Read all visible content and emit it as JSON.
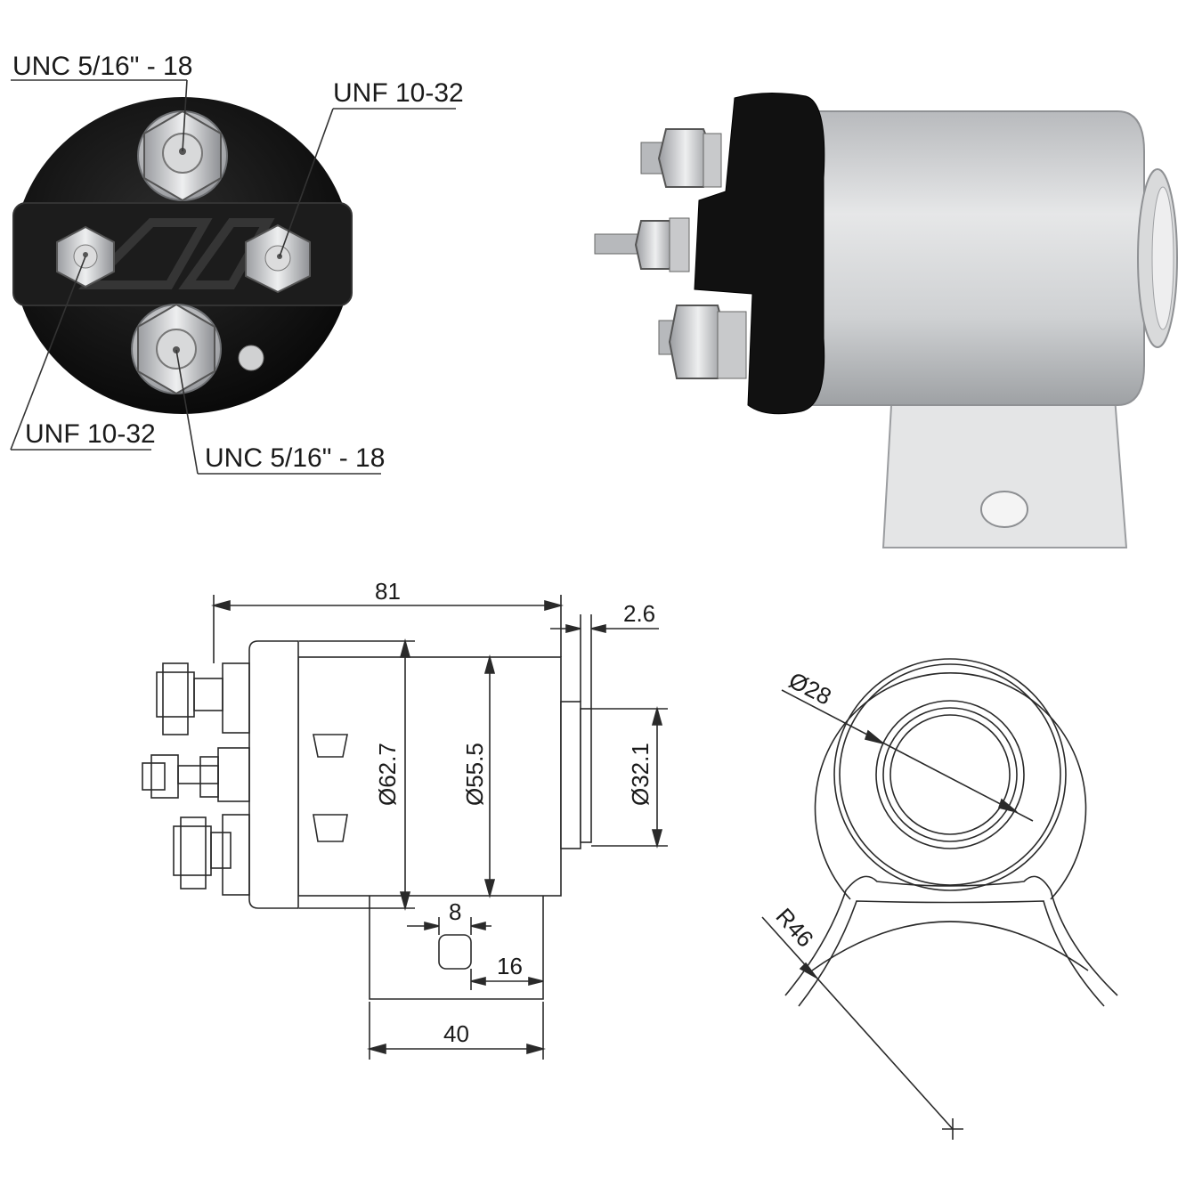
{
  "callouts": {
    "top_left_thread": "UNC 5/16\" - 18",
    "top_right_thread": "UNF 10-32",
    "bottom_left_thread": "UNF 10-32",
    "bottom_right_thread": "UNC 5/16\" - 18"
  },
  "side_view": {
    "overall_length": "81",
    "flange_thickness": "2.6",
    "cap_diameter": "Ø62.7",
    "body_diameter": "Ø55.5",
    "boss_diameter": "Ø32.1",
    "hole_width": "8",
    "hole_offset": "16",
    "bracket_length": "40"
  },
  "end_view": {
    "bore_diameter": "Ø28",
    "bracket_radius": "R46"
  },
  "colors": {
    "line": "#2a2a2a",
    "cap_black": "#141414",
    "body_silver": "#c9cbcd"
  }
}
